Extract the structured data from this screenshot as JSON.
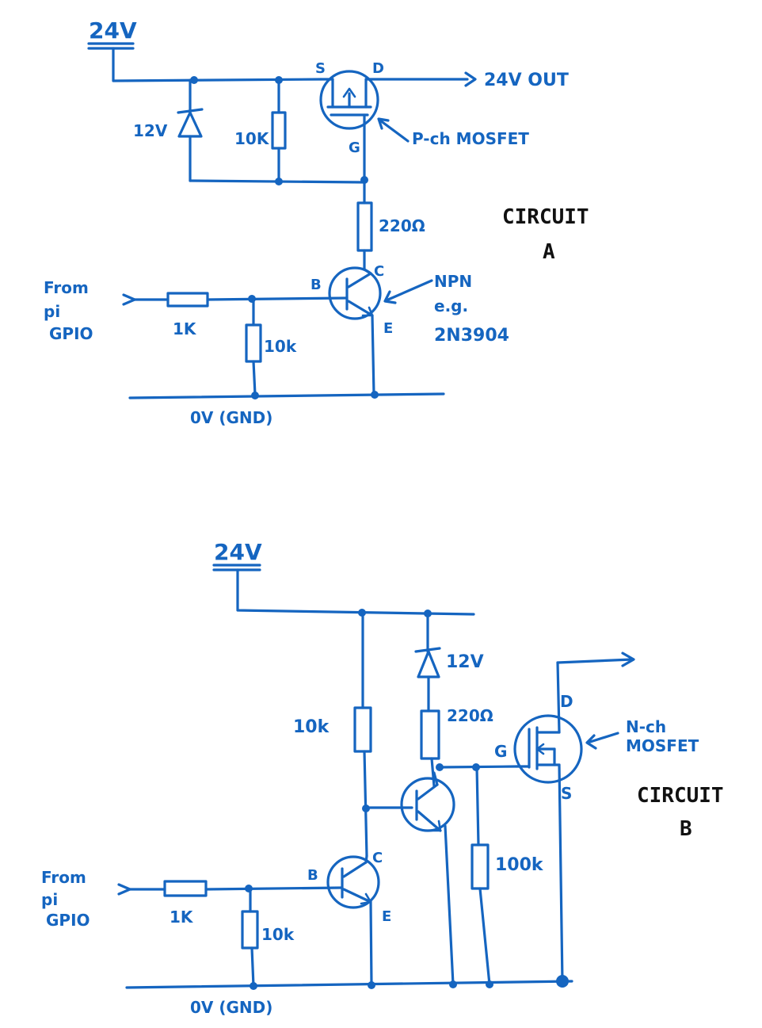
{
  "colors": {
    "ink": "#1565c0",
    "title": "#111111",
    "background": "#ffffff"
  },
  "circuit_a": {
    "title": "CIRCUIT",
    "letter": "A",
    "supply": "24V",
    "output": "24V OUT",
    "zener": "12V",
    "resistor_gs": "10K",
    "mosfet_label": "P-ch MOSFET",
    "pin_s": "S",
    "pin_d": "D",
    "pin_g": "G",
    "resistor_gate": "220Ω",
    "npn_label": "NPN",
    "npn_eg": "e.g.",
    "npn_part": "2N3904",
    "pin_b": "B",
    "pin_c": "C",
    "pin_e": "E",
    "input_line1": "From",
    "input_line2": "pi",
    "input_line3": "GPIO",
    "resistor_base": "1K",
    "resistor_pulldown": "10k",
    "ground": "0V (GND)"
  },
  "circuit_b": {
    "title": "CIRCUIT",
    "letter": "B",
    "supply": "24V",
    "resistor_collector": "10k",
    "zener": "12V",
    "resistor_gate": "220Ω",
    "pin_d": "D",
    "pin_g": "G",
    "pin_s": "S",
    "mosfet_line1": "N-ch",
    "mosfet_line2": "MOSFET",
    "resistor_gate_pulldown": "100k",
    "pin_b": "B",
    "pin_c": "C",
    "pin_e": "E",
    "input_line1": "From",
    "input_line2": "pi",
    "input_line3": "GPIO",
    "resistor_base": "1K",
    "resistor_pulldown": "10k",
    "ground": "0V (GND)"
  }
}
